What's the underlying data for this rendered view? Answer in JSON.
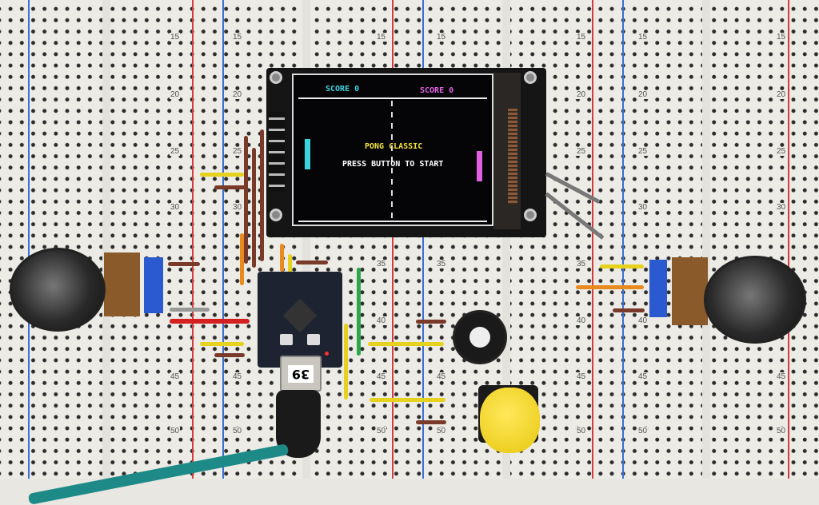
{
  "breadboard": {
    "row_labels": [
      "15",
      "20",
      "25",
      "30",
      "35",
      "40",
      "45",
      "50"
    ]
  },
  "display": {
    "score_left": "SCORE 0",
    "score_right": "SCORE 0",
    "title": "PONG CLASSIC",
    "prompt": "PRESS BUTTON TO START",
    "colors": {
      "left": "#3ad6df",
      "right": "#e060e0",
      "title": "#f2e23a",
      "prompt": "#ffffff"
    }
  },
  "microcontroller": {
    "sticker": "39"
  }
}
